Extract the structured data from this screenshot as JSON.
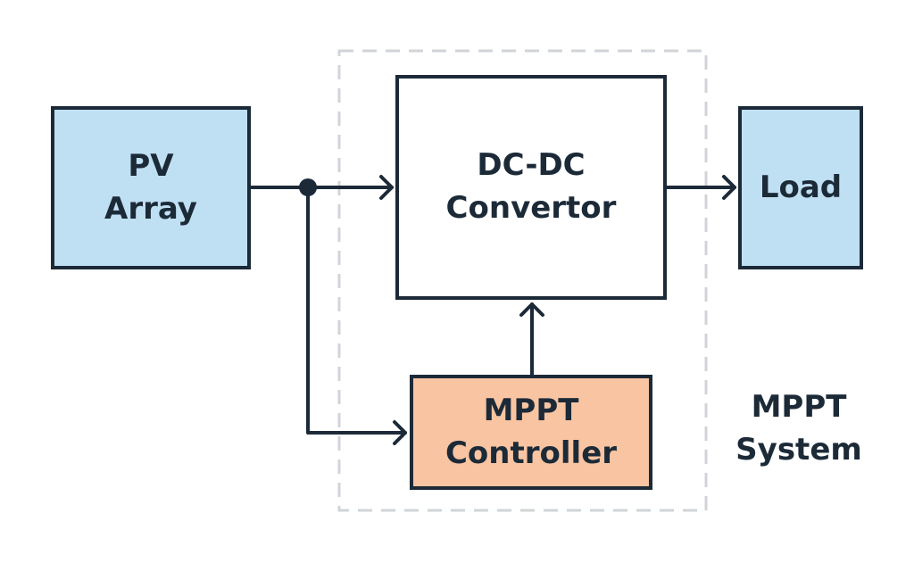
{
  "colors": {
    "line": "#1c2a38",
    "pv_fill": "#bfe0f2",
    "load_fill": "#bfe0f2",
    "converter_fill": "#ffffff",
    "controller_fill": "#f8c4a2",
    "system_border": "#d0d4d8"
  },
  "blocks": {
    "pv_array": {
      "line1": "PV",
      "line2": "Array"
    },
    "converter": {
      "line1": "DC-DC",
      "line2": "Convertor"
    },
    "load": {
      "label": "Load"
    },
    "controller": {
      "line1": "MPPT",
      "line2": "Controller"
    }
  },
  "system_label": {
    "line1": "MPPT",
    "line2": "System"
  }
}
